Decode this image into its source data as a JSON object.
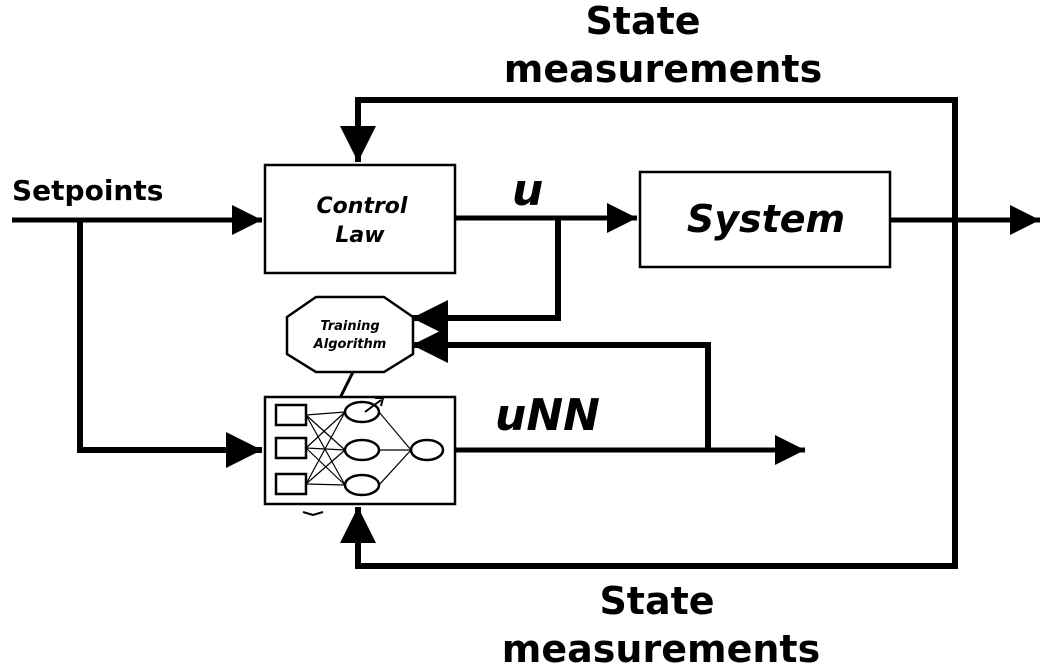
{
  "labels": {
    "state_top_line1": "State",
    "state_top_line2": "measurements",
    "state_bottom_line1": "State",
    "state_bottom_line2": "measurements",
    "setpoints": "Setpoints",
    "u": "u",
    "unn": "uNN"
  },
  "blocks": {
    "control_law_line1": "Control",
    "control_law_line2": "Law",
    "system": "System",
    "training_line1": "Training",
    "training_line2": "Algorithm"
  },
  "colors": {
    "stroke": "#000000",
    "background": "#ffffff"
  },
  "icons": {
    "neural_network": "neural-network-icon"
  }
}
